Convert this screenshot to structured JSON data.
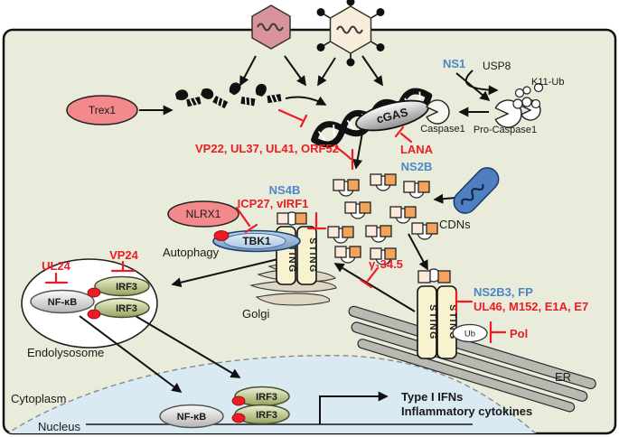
{
  "upper_right": {
    "ns1": "NS1",
    "usp8": "USP8",
    "k11_ub": "K11-Ub",
    "pro_caspase1": "Pro-Caspase1",
    "caspase1": "Caspase1"
  },
  "dna_sensing": {
    "trex1": "Trex1",
    "cgas": "cGAS",
    "lana": "LANA",
    "ns2b": "NS2B",
    "inhibitors": "VP22, UL37, UL41, ORF52"
  },
  "cdns": {
    "label": "CDNs",
    "gamma134_5": "γ₁34.5"
  },
  "tbk1_complex": {
    "nlrx1": "NLRX1",
    "ns4b": "NS4B",
    "icp27_virf1": "ICP27, vIRF1",
    "tbk1": "TBK1",
    "sting": "STING",
    "autophagy": "Autophagy"
  },
  "golgi": {
    "label": "Golgi"
  },
  "endolysosome": {
    "label": "Endolysosome",
    "ul24": "UL24",
    "vp24": "VP24",
    "nfkb": "NF-κB",
    "irf3": "IRF3"
  },
  "er": {
    "label": "ER",
    "ns2b3_fp": "NS2B3, FP",
    "ul46_group": "UL46, M152, E1A, E7",
    "ub": "Ub",
    "pol": "Pol"
  },
  "nucleus": {
    "cytoplasm": "Cytoplasm",
    "nucleus": "Nucleus",
    "nfkb": "NF-κB",
    "irf3": "IRF3",
    "type_i_ifns": "Type I IFNs",
    "inflammatory_cytokines": "Inflammatory cytokines"
  },
  "colors": {
    "red_annotation": "#ed1c24",
    "blue_annotation": "#4f86c6",
    "cell_bg": "#e9ecda",
    "nucleus_bg": "#d9eaf3",
    "salmon_oval": "#f4898b",
    "sting_yellow": "#f8f3cf",
    "cdn_orange": "#f2a45c",
    "cdn_cream": "#fbe9da",
    "bacterium_blue": "#4e7fc1",
    "irf3_green": "#aebc77",
    "tbk1_blue": "#a9c6e2",
    "golgi_tan": "#ded7c5",
    "er_gray": "#b9b9b4"
  }
}
